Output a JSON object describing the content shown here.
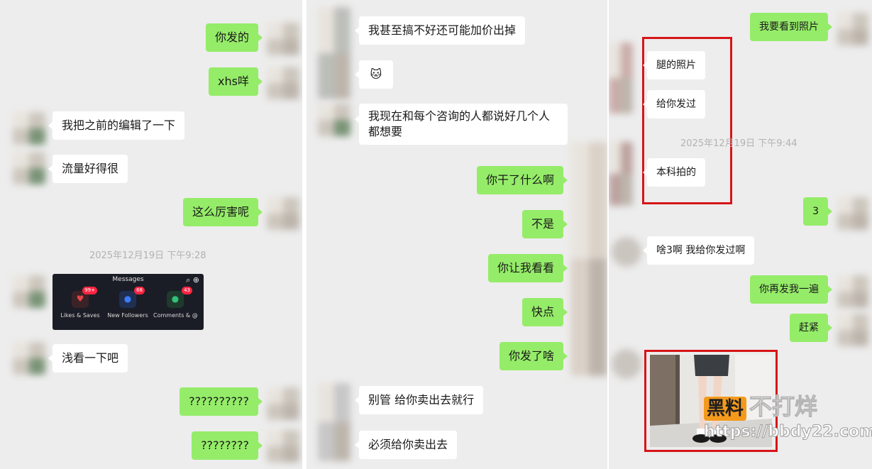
{
  "panel1": {
    "messages": [
      {
        "side": "me",
        "text": "你发的"
      },
      {
        "side": "me",
        "text": "xhs咩"
      },
      {
        "side": "them",
        "text": "我把之前的编辑了一下"
      },
      {
        "side": "them",
        "text": "流量好得很"
      },
      {
        "side": "me",
        "text": "这么厉害呢"
      },
      {
        "side": "them",
        "text": "浅看一下吧"
      },
      {
        "side": "me",
        "text": "??????????"
      },
      {
        "side": "me",
        "text": "????????"
      }
    ],
    "timestamp": "2025年12月19日 下午9:28",
    "screenshot_card": {
      "title": "Messages",
      "items": [
        {
          "label": "Likes & Saves",
          "badge": "99+",
          "icon": "heart-icon",
          "color": "#e8434a"
        },
        {
          "label": "New Followers",
          "badge": "68",
          "icon": "person-icon",
          "color": "#3a7bf6"
        },
        {
          "label": "Comments & @",
          "badge": "43",
          "icon": "chat-icon",
          "color": "#33c07a"
        }
      ]
    }
  },
  "panel2": {
    "messages": [
      {
        "side": "them",
        "text": "我甚至搞不好还可能加价出掉"
      },
      {
        "side": "them",
        "text": "🐱"
      },
      {
        "side": "them",
        "text": "我现在和每个咨询的人都说好几个人都想要"
      },
      {
        "side": "me",
        "text": "你干了什么啊"
      },
      {
        "side": "me",
        "text": "不是"
      },
      {
        "side": "me",
        "text": "你让我看看"
      },
      {
        "side": "me",
        "text": "快点"
      },
      {
        "side": "me",
        "text": "你发了啥"
      },
      {
        "side": "them",
        "text": "别管 给你卖出去就行"
      },
      {
        "side": "them",
        "text": "必须给你卖出去"
      }
    ]
  },
  "panel3": {
    "messages": [
      {
        "side": "me",
        "text": "我要看到照片"
      },
      {
        "side": "them",
        "text": "腿的照片"
      },
      {
        "side": "them",
        "text": "给你发过"
      },
      {
        "side": "them",
        "text": "本科拍的"
      },
      {
        "side": "me",
        "text": "3"
      },
      {
        "side": "them",
        "text": "啥3啊 我给你发过啊"
      },
      {
        "side": "me",
        "text": "你再发我一遍"
      },
      {
        "side": "me",
        "text": "赶紧"
      }
    ],
    "timestamp": "2025年12月19日 下午9:44"
  },
  "watermark": {
    "brand": "黑料",
    "slogan": "不打烊",
    "url": "https://bbdy22.com"
  },
  "colors": {
    "sent_bubble": "#95ec69",
    "received_bubble": "#ffffff",
    "chat_bg": "#ededed",
    "highlight_box": "#d71518"
  }
}
